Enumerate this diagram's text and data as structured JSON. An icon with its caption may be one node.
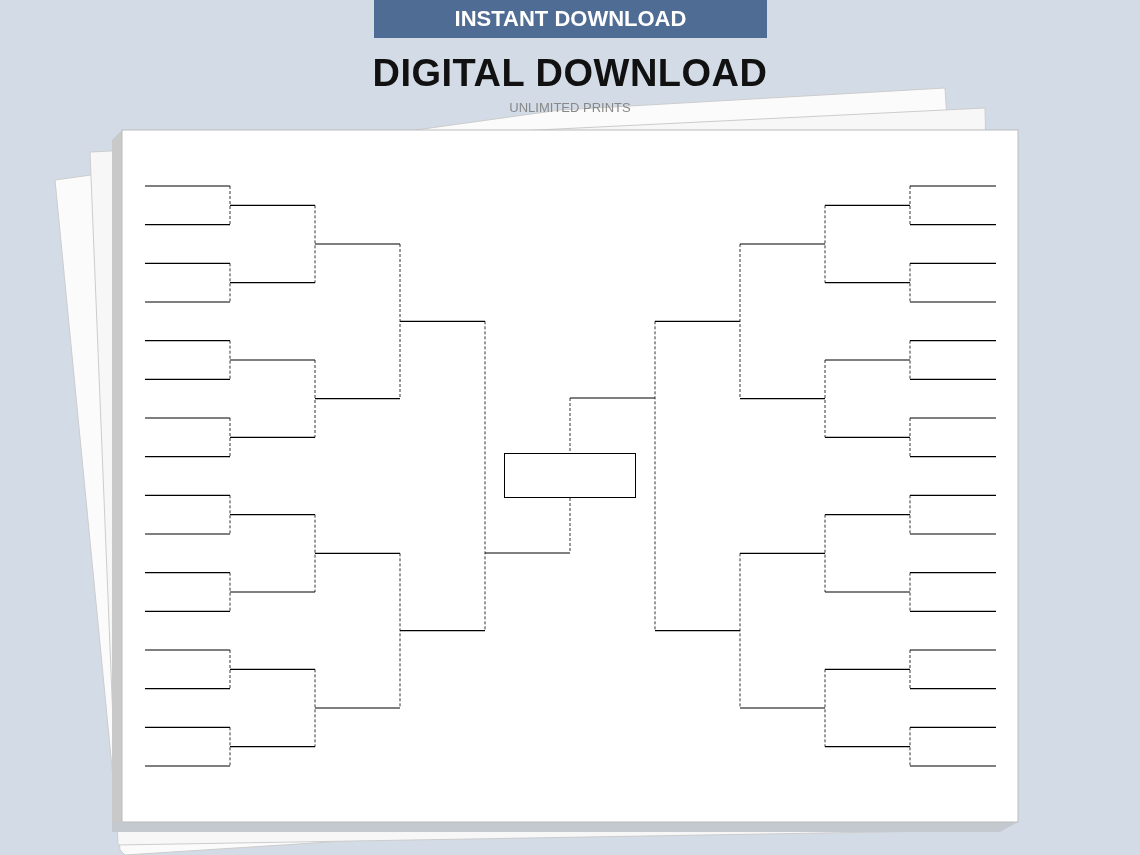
{
  "diagram": {
    "nodes": [
      {
        "text": [],
        "shape": "box"
      }
    ],
    "labels": [
      "INSTANT DOWNLOAD",
      "DIGITAL DOWNLOAD",
      "UNLIMITED PRINTS"
    ]
  }
}
